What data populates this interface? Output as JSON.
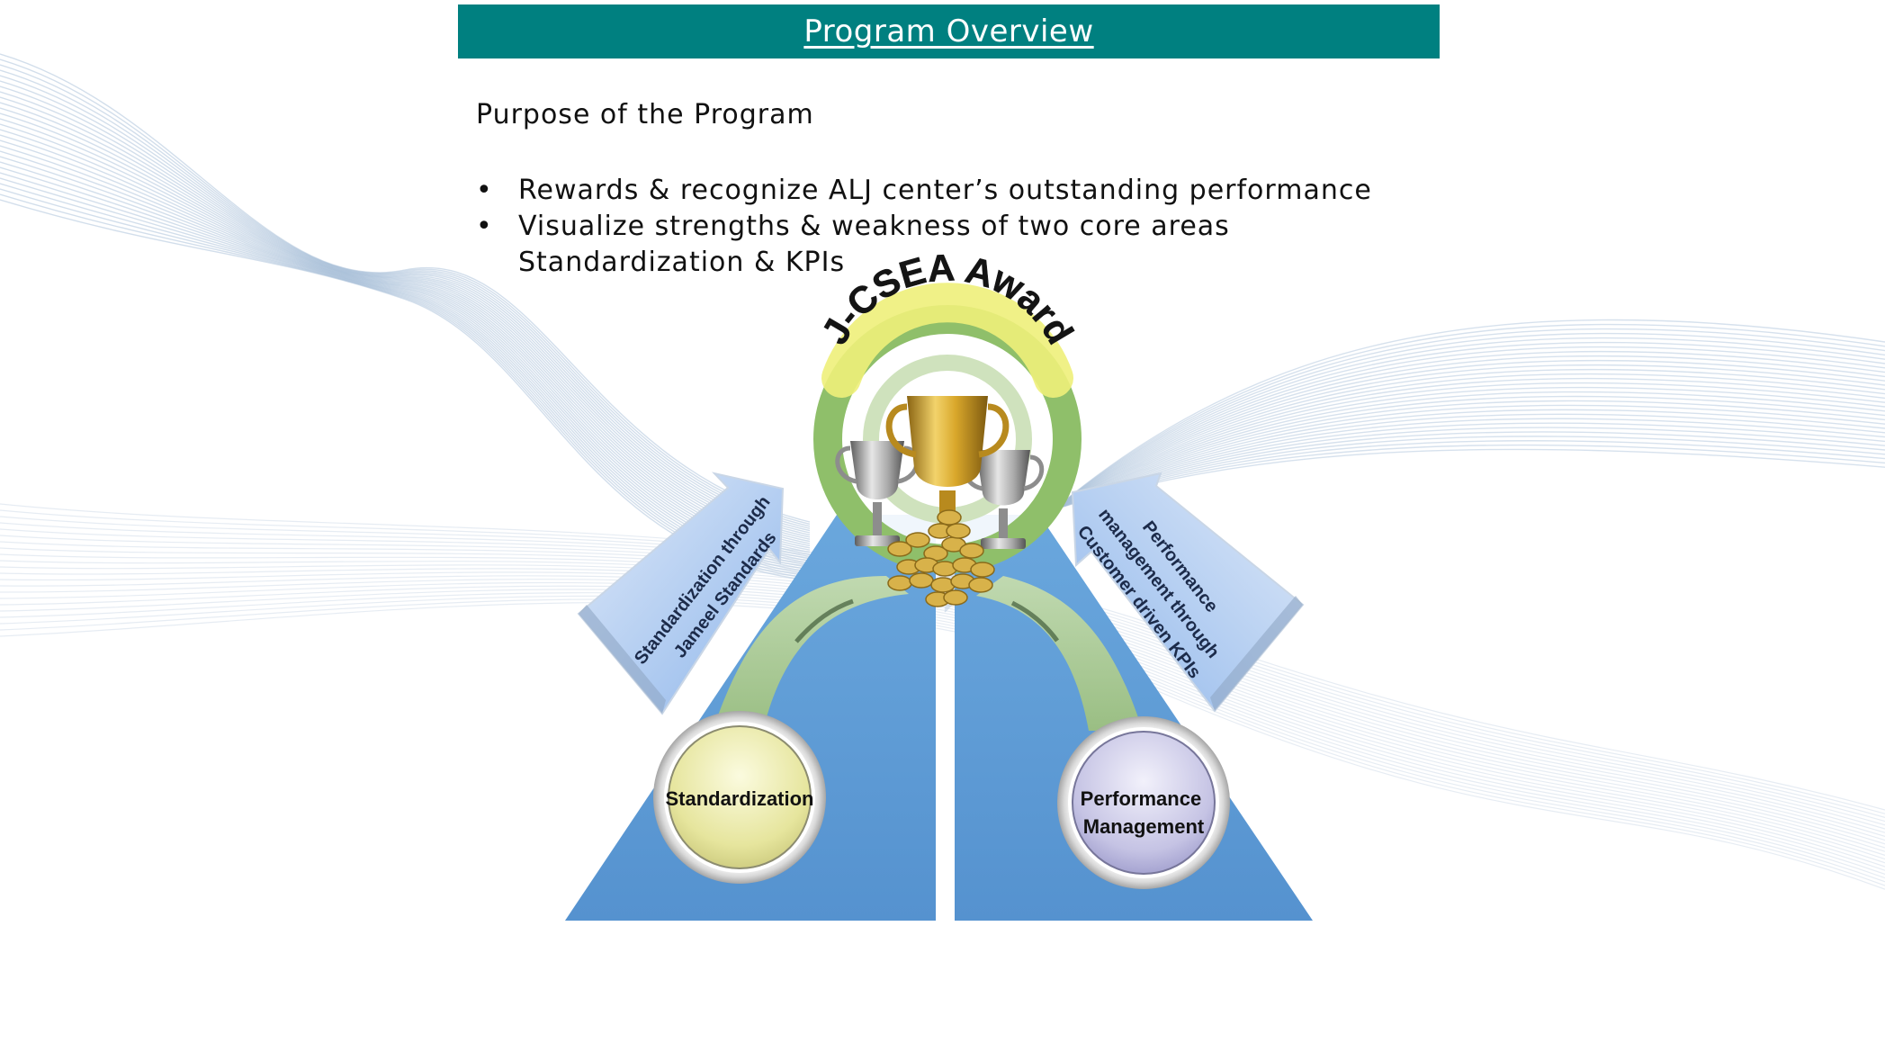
{
  "header": {
    "title": "Program Overview"
  },
  "content": {
    "heading": "Purpose of the Program",
    "bullets": [
      {
        "line1": "Rewards & recognize ALJ center’s outstanding performance",
        "line2": ""
      },
      {
        "line1": "Visualize strengths & weakness of two core areas",
        "line2": "Standardization & KPIs"
      }
    ],
    "bullet_glyph": "•"
  },
  "diagram": {
    "award_label": "J-CSEA Award",
    "left_arrow": {
      "line1": "Standardization through",
      "line2": "Jameel Standards"
    },
    "right_arrow": {
      "line1": "Performance",
      "line2": "management through",
      "line3": "Customer driven KPIs"
    },
    "left_circle": {
      "label": "Standardization"
    },
    "right_circle": {
      "line1": "Performance",
      "line2": "Management"
    },
    "icons": {
      "trophy": "trophy-icon",
      "coins": "coins-icon"
    },
    "colors": {
      "title_bar": "#008080",
      "road": "#5b9bd5",
      "award_ring": "#8fbf6a",
      "left_circle": "#ecebb0",
      "right_circle": "#c9c8e6",
      "arrow": "#a9c8f0",
      "gold": "#d4a52a",
      "silver": "#a8a8a8"
    }
  }
}
